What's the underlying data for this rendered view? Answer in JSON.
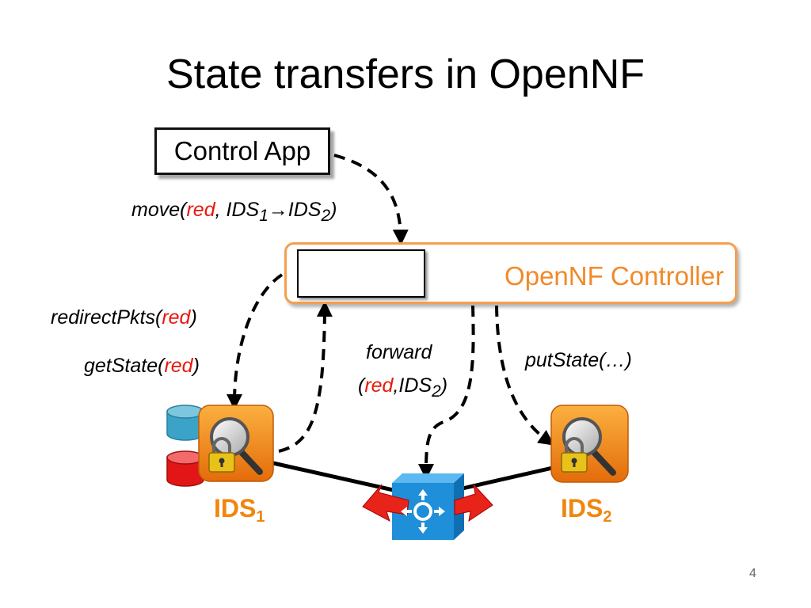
{
  "title": "State transfers in OpenNF",
  "control_app": "Control App",
  "controller_label": "OpenNF Controller",
  "labels": {
    "move": {
      "prefix": "move(",
      "arg_red": "red",
      "mid": ", IDS",
      "sub1": "1",
      "arrow": "→IDS",
      "sub2": "2",
      "suffix": ")"
    },
    "redirect": {
      "prefix": "redirectPkts(",
      "arg_red": "red",
      "suffix": ")"
    },
    "get_state": {
      "prefix": "getState(",
      "arg_red": "red",
      "suffix": ")"
    },
    "forward": {
      "line1": "forward",
      "open": "(",
      "arg_red": "red",
      "mid": ",IDS",
      "sub": "2",
      "suffix": ")"
    },
    "put_state": "putState(…)"
  },
  "nodes": {
    "ids1": {
      "name": "IDS",
      "sub": "1"
    },
    "ids2": {
      "name": "IDS",
      "sub": "2"
    }
  },
  "colors": {
    "accent_orange": "#f59f4e",
    "red_text": "#e8180c",
    "ids_orange": "#f0860f",
    "switch_blue": "#1e8fd8",
    "db_blue": "#3aa3c7",
    "db_red": "#e21616"
  },
  "page_number": "4"
}
